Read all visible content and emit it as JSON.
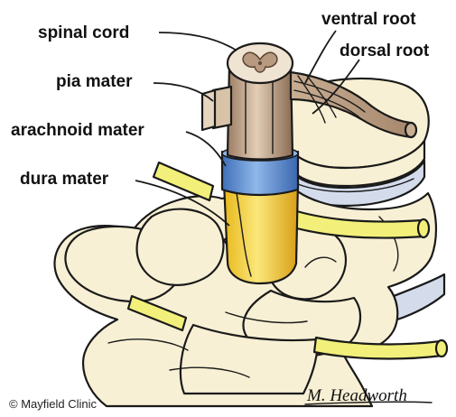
{
  "diagram": {
    "labels": {
      "spinal_cord": "spinal cord",
      "ventral_root": "ventral root",
      "dorsal_root": "dorsal root",
      "pia_mater": "pia mater",
      "arachnoid_mater": "arachnoid mater",
      "dura_mater": "dura mater"
    },
    "credit": "© Mayfield Clinic",
    "signature": "M. Headworth"
  },
  "colors": {
    "bone": "#f8f0d4",
    "disc": "#d4dcec",
    "nerve": "#f2f07a",
    "spinal_cord": "#c8ad92",
    "arachnoid": "#5b8fd6",
    "dura": "#f5d64a",
    "outline": "#1a1a1a"
  }
}
